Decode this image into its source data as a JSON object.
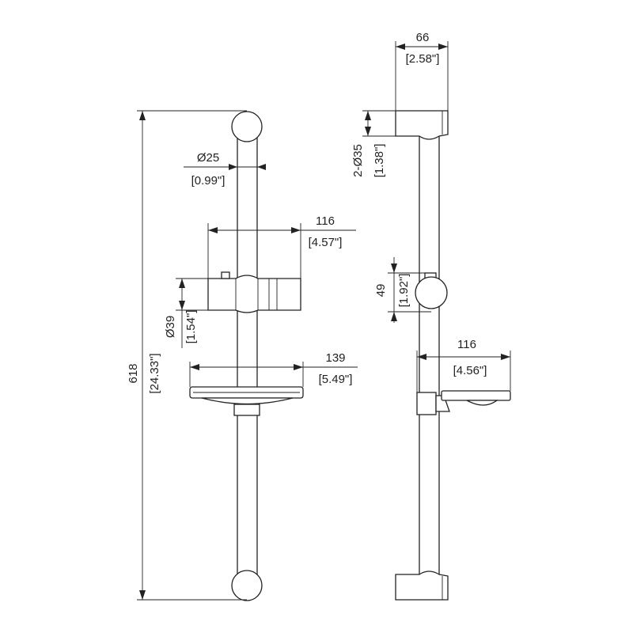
{
  "drawing": {
    "front_view": {
      "overall_height": {
        "mm": "618",
        "inch": "[24.33\"]"
      },
      "rail_diameter": {
        "mm": "Ø25",
        "inch": "[0.99\"]"
      },
      "slider_width": {
        "mm": "116",
        "inch": "[4.57\"]"
      },
      "slider_diameter": {
        "mm": "Ø39",
        "inch": "[1.54\"]"
      },
      "soap_dish_width": {
        "mm": "139",
        "inch": "[5.49\"]"
      }
    },
    "side_view": {
      "bracket_depth": {
        "mm": "66",
        "inch": "[2.58\"]"
      },
      "bracket_diameter": {
        "mm": "2-Ø35",
        "inch": "[1.38\"]"
      },
      "slider_height": {
        "mm": "49",
        "inch": "[1.92\"]"
      },
      "dish_projection": {
        "mm": "116",
        "inch": "[4.56\"]"
      }
    }
  }
}
